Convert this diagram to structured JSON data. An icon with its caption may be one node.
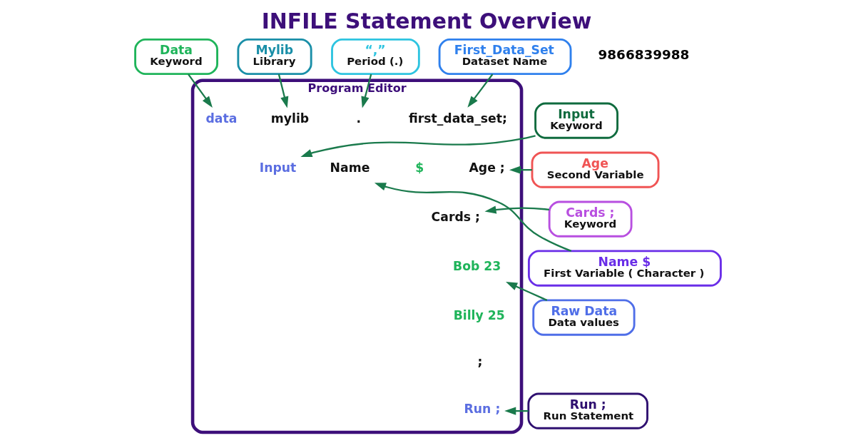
{
  "diagram": {
    "title": "INFILE Statement Overview",
    "nodes": [
      {
        "text": [
          "Data",
          "Keyword"
        ]
      },
      {
        "text": [
          "Mylib",
          "Library"
        ]
      },
      {
        "text": [
          "“,”",
          "Period (.)"
        ]
      },
      {
        "text": [
          "First_Data_Set",
          "Dataset Name"
        ]
      },
      {
        "text": [
          "Input",
          "Keyword"
        ]
      },
      {
        "text": [
          "Age",
          "Second Variable"
        ]
      },
      {
        "text": [
          "Cards ;",
          "Keyword"
        ]
      },
      {
        "text": [
          "Name $",
          "First Variable ( Character )"
        ]
      },
      {
        "text": [
          "Raw Data",
          "Data values"
        ]
      },
      {
        "text": [
          "Run ;",
          "Run Statement"
        ]
      },
      {
        "text": [
          "Program Editor"
        ]
      },
      {
        "text": [
          "data"
        ],
        "in": 10
      },
      {
        "text": [
          "mylib"
        ],
        "in": 10
      },
      {
        "text": [
          "."
        ],
        "in": 10
      },
      {
        "text": [
          "first_data_set;"
        ],
        "in": 10
      },
      {
        "text": [
          "Input"
        ],
        "in": 10
      },
      {
        "text": [
          "Name"
        ],
        "in": 10
      },
      {
        "text": [
          "$"
        ],
        "in": 10
      },
      {
        "text": [
          "Age ;"
        ],
        "in": 10
      },
      {
        "text": [
          "Cards ;"
        ],
        "in": 10
      },
      {
        "text": [
          "Bob 23"
        ],
        "in": 10
      },
      {
        "text": [
          "Billy 25"
        ],
        "in": 10
      },
      {
        "text": [
          ";"
        ],
        "in": 10
      },
      {
        "text": [
          "Run ;"
        ],
        "in": 10
      }
    ],
    "edges": [
      {
        "from": 0,
        "to": 11,
        "arrow": "to"
      },
      {
        "from": 1,
        "to": 12,
        "arrow": "to"
      },
      {
        "from": 2,
        "to": 13,
        "arrow": "to"
      },
      {
        "from": 3,
        "to": 14,
        "arrow": "to"
      },
      {
        "from": 4,
        "to": 15,
        "arrow": "to"
      },
      {
        "from": 5,
        "to": 18,
        "arrow": "to"
      },
      {
        "from": 6,
        "to": 19,
        "arrow": "to"
      },
      {
        "from": 7,
        "to": 16,
        "arrow": "to"
      },
      {
        "from": 8,
        "to": 20,
        "arrow": "to"
      },
      {
        "from": 9,
        "to": 23,
        "arrow": "to"
      }
    ],
    "labels": [
      "9866839988"
    ]
  }
}
